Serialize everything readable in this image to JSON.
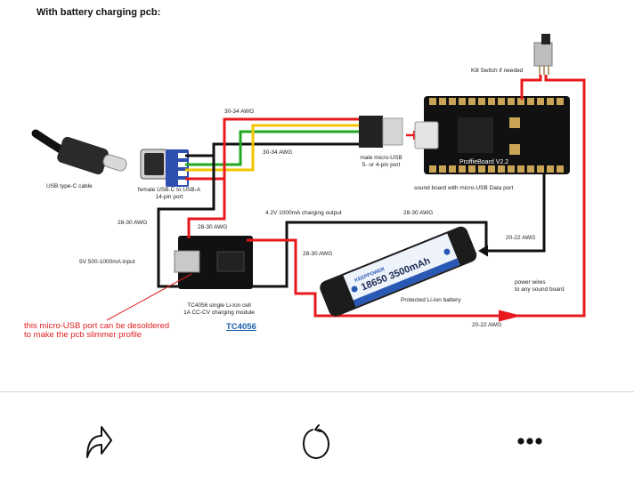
{
  "title": "With battery charging pcb:",
  "labels": {
    "awg_top": "30-34 AWG",
    "awg_mid": "30-34 AWG",
    "kill_switch": "Kill Switch if needed",
    "usb_cable": "USB type-C cable",
    "usbc_port_line1": "female USB-C to USB-A",
    "usbc_port_line2": "14-pin port",
    "micro_usb_line1": "male micro-USB",
    "micro_usb_line2": "5- or 4-pin port",
    "sound_board": "sound board with micro-USB Data port",
    "awg_left": "28-30 AWG",
    "awg_red_left": "28-30 AWG",
    "charging_output": "4.2V 1000mA charging output",
    "awg_right_top": "28-30 AWG",
    "awg_battery_left": "28-30 AWG",
    "awg_20_22_top": "20-22 AWG",
    "input": "5V 500-1000mA input",
    "tc_line1": "TC4056 single Li-Ion cell",
    "tc_line2": "1A CC-CV charging module",
    "battery": "Protected Li-Ion battery",
    "battery_brand": "KEEPPOWER",
    "battery_model": "18650 3500mAh",
    "power_line1": "power wires",
    "power_line2": "to any sound board",
    "awg_20_22_bottom": "20-22 AWG",
    "board_name": "ProffieBoard V2.2"
  },
  "note": {
    "line1": "this micro-USB port can be desoldered",
    "line2": "to make the pcb slimmer profile"
  },
  "link_text": "TC4056",
  "wire_colors": {
    "red": "#e8191c",
    "black": "#111111",
    "yellow": "#f5c400",
    "green": "#22a822"
  },
  "toolbar": {
    "share_icon": "share-icon",
    "reload_icon": "reload-icon",
    "more_icon": "more-icon"
  }
}
